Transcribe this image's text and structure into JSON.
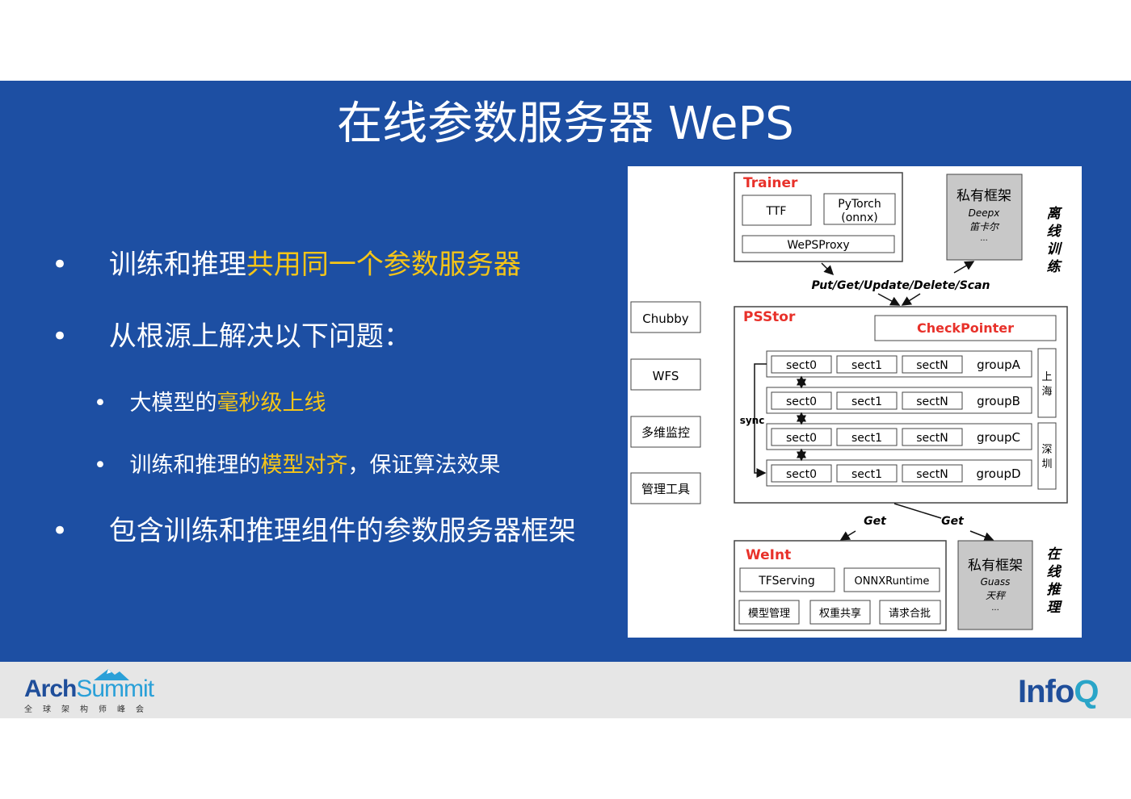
{
  "title": "在线参数服务器 WePS",
  "bullets": [
    {
      "text": "训练和推理",
      "highlight": "共用同一个参数服务器",
      "level": 1
    },
    {
      "text": "从根源上解决以下问题：",
      "level": 1
    },
    {
      "text": "大模型的",
      "highlight": "毫秒级上线",
      "level": 2
    },
    {
      "text": "训练和推理的",
      "highlight": "模型对齐",
      "rest": "，保证算法效果",
      "level": 2
    },
    {
      "text": "包含训练和推理组件的参数服务器框架",
      "level": 1
    }
  ],
  "bullet_glyph": "•",
  "diagram": {
    "trainer": {
      "title": "Trainer",
      "ttf": "TTF",
      "pytorch": "PyTorch",
      "onnx": "(onnx)",
      "proxy": "WePSProxy"
    },
    "private_top": {
      "title": "私有框架",
      "line1": "Deepx",
      "line2": "笛卡尔",
      "more": "..."
    },
    "offline_label": [
      "离",
      "线",
      "训",
      "练"
    ],
    "api_label": "Put/Get/Update/Delete/Scan",
    "side_tools": [
      "Chubby",
      "WFS",
      "多维监控",
      "管理工具"
    ],
    "psstor": {
      "title": "PSStor",
      "checkpointer": "CheckPointer",
      "sync": "sync"
    },
    "groups": [
      {
        "sects": [
          "sect0",
          "sect1",
          "sectN"
        ],
        "name": "groupA"
      },
      {
        "sects": [
          "sect0",
          "sect1",
          "sectN"
        ],
        "name": "groupB"
      },
      {
        "sects": [
          "sect0",
          "sect1",
          "sectN"
        ],
        "name": "groupC"
      },
      {
        "sects": [
          "sect0",
          "sect1",
          "sectN"
        ],
        "name": "groupD"
      }
    ],
    "region_sh": [
      "上",
      "海"
    ],
    "region_sz": [
      "深",
      "圳"
    ],
    "get_left": "Get",
    "get_right": "Get",
    "weint": {
      "title": "WeInt",
      "tfserving": "TFServing",
      "onnxruntime": "ONNXRuntime",
      "tools": [
        "模型管理",
        "权重共享",
        "请求合批"
      ]
    },
    "private_bottom": {
      "title": "私有框架",
      "line1": "Guass",
      "line2": "天秤",
      "more": "..."
    },
    "online_label": [
      "在",
      "线",
      "推",
      "理"
    ]
  },
  "footer": {
    "arch": "Arch",
    "summit": "Summit",
    "arch_sub": "全球架构师峰会",
    "infoq": "Info",
    "infoq_q": "Q"
  },
  "colors": {
    "slide_bg": "#1d4fa3",
    "highlight": "#f5c518",
    "red_title": "#e8312a",
    "gray_box": "#c8c8c8"
  }
}
